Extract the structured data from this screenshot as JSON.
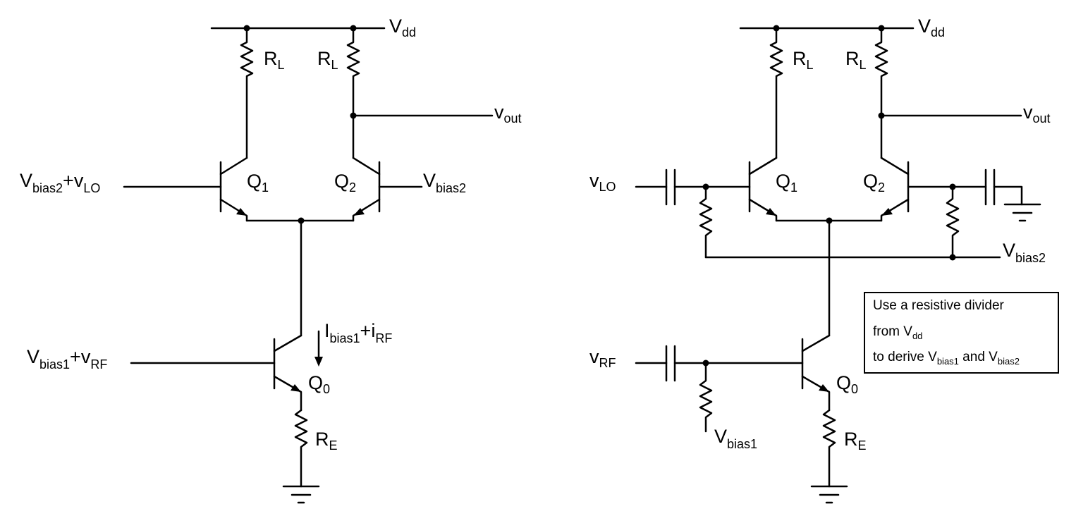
{
  "left_circuit": {
    "supply_label": "V",
    "supply_sub": "dd",
    "rl_left": {
      "main": "R",
      "sub": "L"
    },
    "rl_right": {
      "main": "R",
      "sub": "L"
    },
    "vout": {
      "main": "v",
      "sub": "out"
    },
    "q1": {
      "main": "Q",
      "sub": "1"
    },
    "q2": {
      "main": "Q",
      "sub": "2"
    },
    "q0": {
      "main": "Q",
      "sub": "0"
    },
    "re": {
      "main": "R",
      "sub": "E"
    },
    "lo_input": {
      "p1": "V",
      "s1": "bias2",
      "p2": "+v",
      "s2": "LO"
    },
    "q2_bias": {
      "main": "V",
      "sub": "bias2"
    },
    "rf_input": {
      "p1": "V",
      "s1": "bias1",
      "p2": "+v",
      "s2": "RF"
    },
    "current": {
      "p1": "I",
      "s1": "bias1",
      "p2": "+i",
      "s2": "RF"
    }
  },
  "right_circuit": {
    "supply_label": "V",
    "supply_sub": "dd",
    "rl_left": {
      "main": "R",
      "sub": "L"
    },
    "rl_right": {
      "main": "R",
      "sub": "L"
    },
    "vout": {
      "main": "v",
      "sub": "out"
    },
    "q1": {
      "main": "Q",
      "sub": "1"
    },
    "q2": {
      "main": "Q",
      "sub": "2"
    },
    "q0": {
      "main": "Q",
      "sub": "0"
    },
    "re": {
      "main": "R",
      "sub": "E"
    },
    "vlo": {
      "main": "v",
      "sub": "LO"
    },
    "vrf": {
      "main": "v",
      "sub": "RF"
    },
    "vbias2": {
      "main": "V",
      "sub": "bias2"
    },
    "vbias1": {
      "main": "V",
      "sub": "bias1"
    }
  },
  "note": {
    "line1": "Use a resistive divider",
    "line2_prefix": "from V",
    "line2_sub": "dd",
    "line3_prefix": "to derive V",
    "line3_sub1": "bias1",
    "line3_mid": " and V",
    "line3_sub2": "bias2"
  }
}
